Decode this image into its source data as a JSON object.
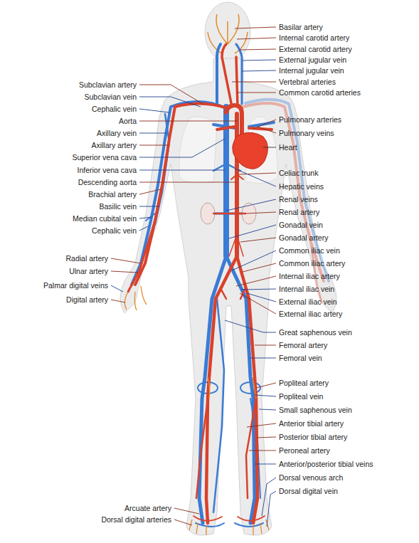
{
  "diagram": {
    "labels": [
      "Basilar artery",
      "Internal carotid artery",
      "External carotid artery",
      "External jugular vein",
      "Internal jugular vein",
      "Vertebral arteries",
      "Common carotid arteries",
      "Pulmonary arteries",
      "Pulmonary veins",
      "Heart",
      "Celiac trunk",
      "Hepatic veins",
      "Renal veins",
      "Renal artery",
      "Gonadal vein",
      "Gonadal artery",
      "Common iliac vein",
      "Common iliac artery",
      "Internal iliac artery",
      "Internal iliac vein",
      "External iliac vein",
      "External iliac artery",
      "Great saphenous vein",
      "Femoral artery",
      "Femoral vein",
      "Popliteal artery",
      "Popliteal vein",
      "Small saphenous vein",
      "Anterior tibial artery",
      "Posterior tibial artery",
      "Peroneal artery",
      "Anterior/posterior tibial veins",
      "Dorsal venous arch",
      "Dorsal digital vein",
      "Subclavian artery",
      "Subclavian vein",
      "Cephalic vein",
      "Aorta",
      "Axillary vein",
      "Axillary artery",
      "Superior vena cava",
      "Inferior vena cava",
      "Descending aorta",
      "Brachial artery",
      "Basilic vein",
      "Median cubital vein",
      "Cephalic vein",
      "Radial artery",
      "Ulnar artery",
      "Palmar digital veins",
      "Digital artery",
      "Arcuate artery",
      "Dorsal digital arteries"
    ]
  }
}
